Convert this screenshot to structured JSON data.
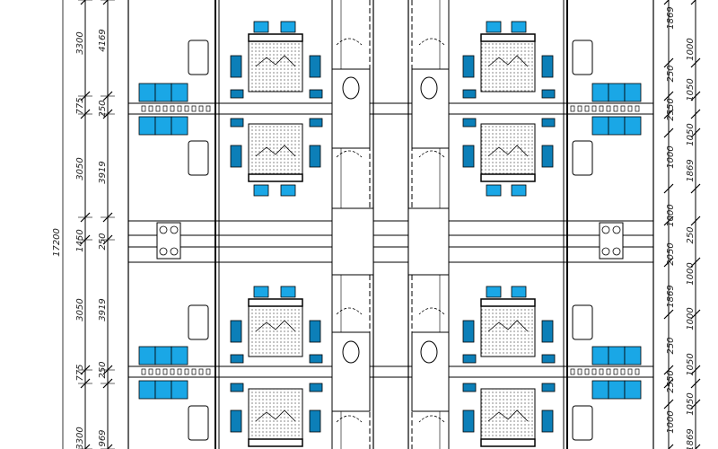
{
  "colors": {
    "furniture_blue": "#1aa7e6",
    "furniture_dark": "#0c7fb8",
    "line": "#000000",
    "background": "#ffffff"
  },
  "dimensions_left": {
    "outer": [
      "3300",
      "775",
      "3050",
      "1450",
      "3050",
      "775",
      "3300"
    ],
    "inner": [
      "4169",
      "250",
      "3919",
      "250",
      "3919",
      "250",
      "969"
    ],
    "total": "17200"
  },
  "dimensions_right": {
    "labels": [
      "1869",
      "1000",
      "250",
      "1050",
      "2550",
      "1050",
      "1000",
      "1869",
      "1000",
      "250",
      "2050",
      "1000",
      "1869",
      "1000",
      "250",
      "1050",
      "2550",
      "1050",
      "1000",
      "1869"
    ]
  },
  "icons": [
    "bed-icon",
    "toilet-icon",
    "stove-icon",
    "sofa-icon",
    "door-swing-icon"
  ]
}
